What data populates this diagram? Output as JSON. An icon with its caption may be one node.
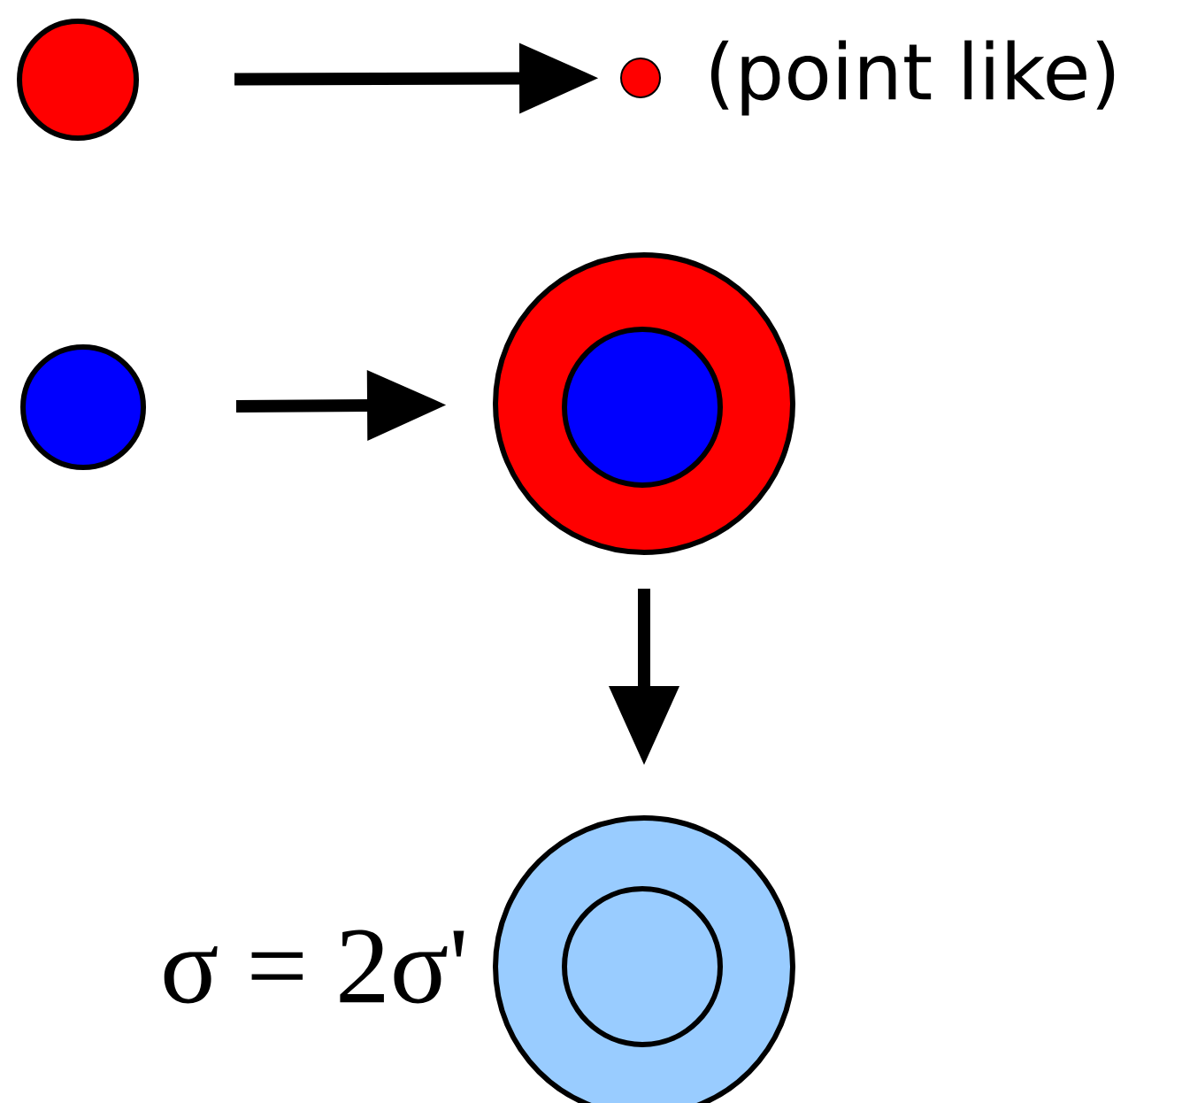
{
  "diagram": {
    "nodes": [
      {
        "text": [],
        "shape": "circle"
      },
      {
        "text": [],
        "shape": "circle",
        "beside": [
          "(point like)"
        ]
      },
      {
        "text": [],
        "shape": "circle"
      },
      {
        "text": [],
        "shape": "circle"
      },
      {
        "text": [],
        "shape": "circle",
        "in": 3
      },
      {
        "text": [],
        "shape": "circle",
        "beside": [
          "σ = 2σ'"
        ]
      },
      {
        "text": [],
        "shape": "circle",
        "in": 5
      }
    ],
    "edges": [
      {
        "from": 0,
        "to": 1,
        "arrow": "to"
      },
      {
        "from": 2,
        "to": 3,
        "arrow": "to"
      },
      {
        "from": 3,
        "to": 5,
        "arrow": "to"
      }
    ]
  }
}
